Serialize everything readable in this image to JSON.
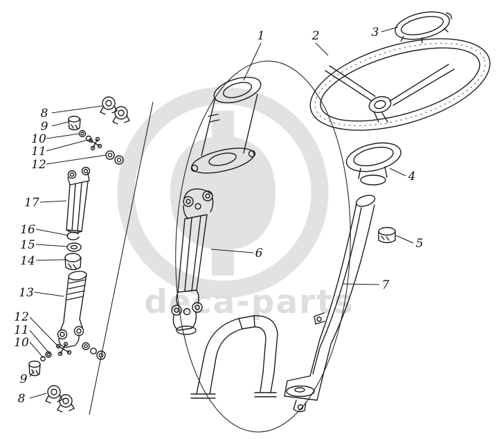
{
  "figure": {
    "kind": "exploded-parts-diagram",
    "subject": "steering column and steering wheel assembly"
  },
  "colors": {
    "background": "#ffffff",
    "line": "#1b1b1b",
    "watermark": "#e2e2e2",
    "callout_text": "#111111"
  },
  "watermark": {
    "text": "deca-parts"
  },
  "callouts": [
    {
      "label": "1"
    },
    {
      "label": "2"
    },
    {
      "label": "3"
    },
    {
      "label": "4"
    },
    {
      "label": "5"
    },
    {
      "label": "6"
    },
    {
      "label": "7"
    },
    {
      "label": "8"
    },
    {
      "label": "9"
    },
    {
      "label": "10"
    },
    {
      "label": "11"
    },
    {
      "label": "12"
    },
    {
      "label": "17"
    },
    {
      "label": "16"
    },
    {
      "label": "15"
    },
    {
      "label": "14"
    },
    {
      "label": "13"
    },
    {
      "label": "12"
    },
    {
      "label": "11"
    },
    {
      "label": "10"
    },
    {
      "label": "9"
    },
    {
      "label": "8"
    }
  ]
}
